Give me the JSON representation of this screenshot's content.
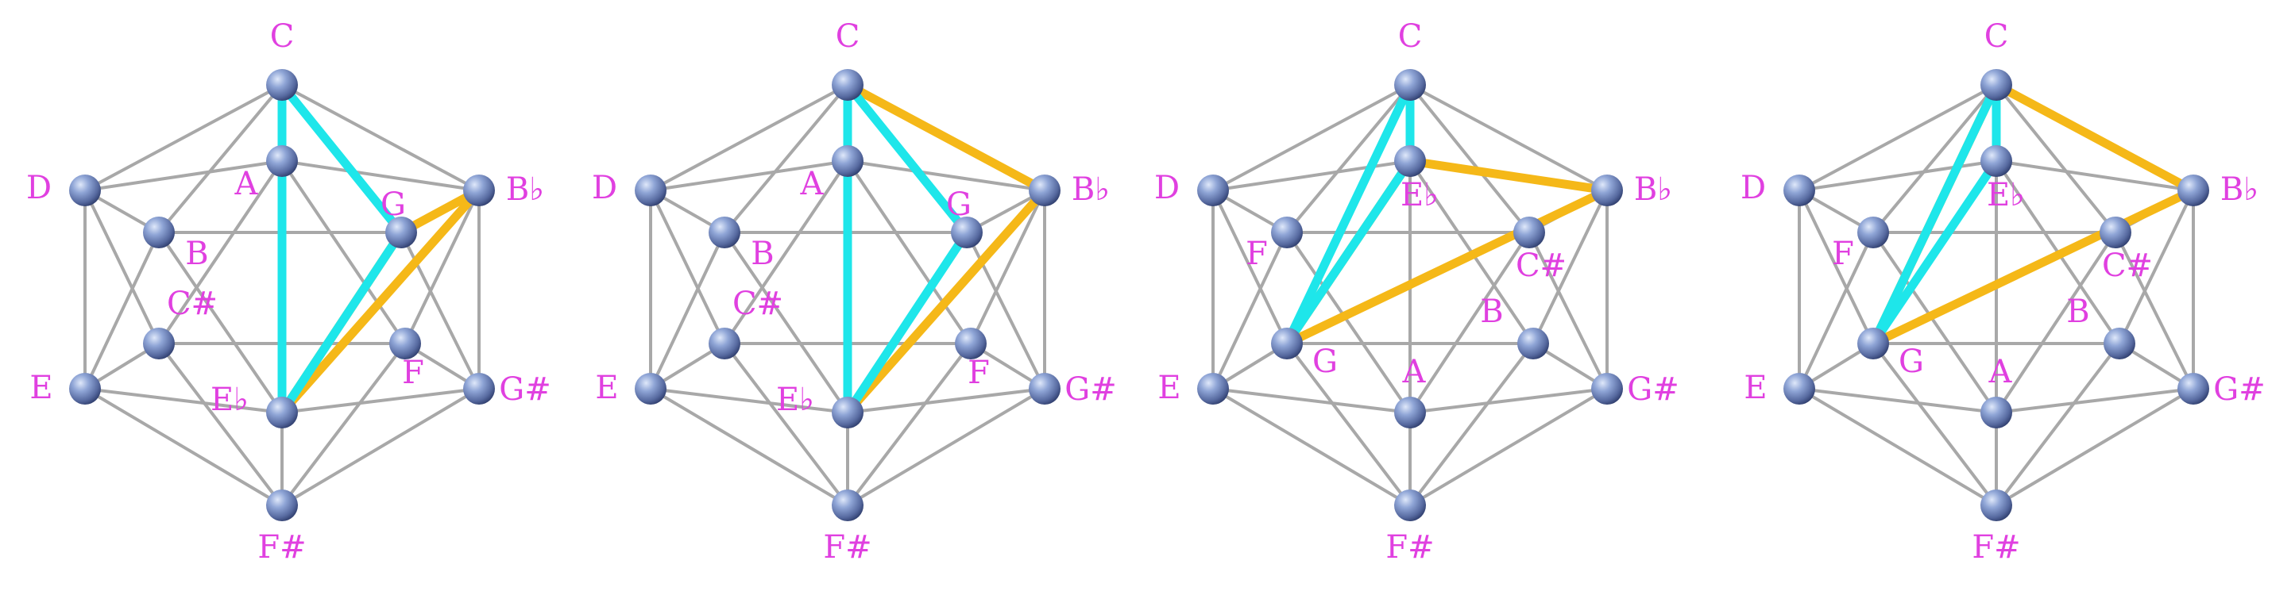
{
  "colors": {
    "edge": "#a8a8a8",
    "cyan": "#1ee6ea",
    "orange": "#f5b818",
    "label": "#e040e0",
    "node_light": "#c4d1ee",
    "node_mid": "#6f87be",
    "node_dark": "#34467a"
  },
  "icosahedra": [
    {
      "id": "panel-1",
      "labels": {
        "top": "C",
        "ul": "D",
        "ur": "B♭",
        "ll": "E",
        "lr": "G#",
        "bot": "F#",
        "fa": "A",
        "fb": "B",
        "fc": "C#",
        "fd": "E♭",
        "fe": "F",
        "ff": "G"
      },
      "cyan": [
        [
          "top",
          "fa"
        ],
        [
          "top",
          "fa2"
        ]
      ],
      "orange": []
    },
    {
      "id": "panel-2",
      "labels": {
        "top": "C",
        "ul": "D",
        "ur": "B♭",
        "ll": "E",
        "lr": "G#",
        "bot": "F#",
        "fa": "A",
        "fb": "B",
        "fc": "C#",
        "fd": "E♭",
        "fe": "F",
        "ff": "G"
      },
      "cyan": [],
      "orange": []
    },
    {
      "id": "panel-3",
      "labels": {
        "top": "C",
        "ul": "D",
        "ur": "B♭",
        "ll": "E",
        "lr": "G#",
        "bot": "F#",
        "ba": "E♭",
        "bb": "F",
        "bc": "C#",
        "bd": "G",
        "be": "B",
        "bf": "A"
      },
      "cyan": [],
      "orange": []
    },
    {
      "id": "panel-4",
      "labels": {
        "top": "C",
        "ul": "D",
        "ur": "B♭",
        "ll": "E",
        "lr": "G#",
        "bot": "F#",
        "ba": "E♭",
        "bb": "F",
        "bc": "C#",
        "bd": "G",
        "be": "B",
        "bf": "A"
      },
      "cyan": [],
      "orange": []
    }
  ]
}
